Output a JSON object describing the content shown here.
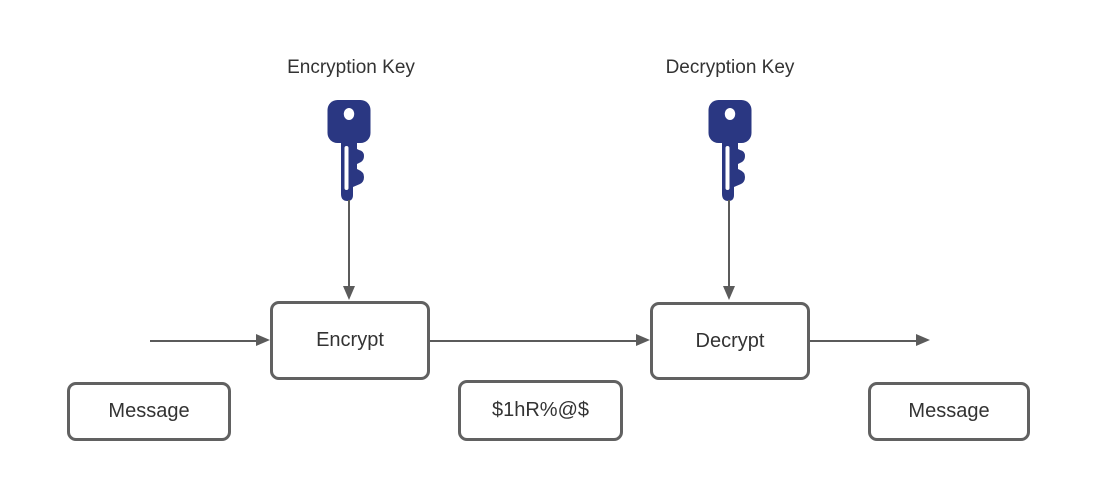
{
  "diagram": {
    "labels": {
      "encryption_key": "Encryption Key",
      "decryption_key": "Decryption Key"
    },
    "nodes": {
      "encrypt": {
        "label": "Encrypt"
      },
      "decrypt": {
        "label": "Decrypt"
      },
      "message_input": {
        "label": "Message"
      },
      "ciphertext": {
        "label": "$1hR%@$"
      },
      "message_output": {
        "label": "Message"
      }
    },
    "icons": {
      "encryption_key_icon": "key-icon",
      "decryption_key_icon": "key-icon"
    },
    "colors": {
      "key_fill": "#2A3782",
      "key_hole": "#ffffff",
      "line": "#5B5B5B",
      "node_border": "#616161",
      "node_fill": "#ffffff",
      "text": "#333333"
    }
  }
}
